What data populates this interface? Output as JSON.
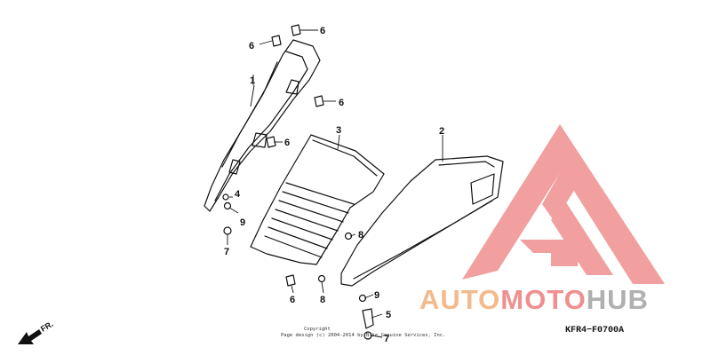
{
  "diagram": {
    "drawing_code": "KFR4−F0700A",
    "copyright_line1": "Copyright",
    "copyright_line2": "Page design (c) 2004-2014 by Bike Genuine Services, Inc.",
    "front_marker": "FR.",
    "callouts": {
      "c1": "1",
      "c2": "2",
      "c3": "3",
      "c4": "4",
      "c5": "5",
      "c6a": "6",
      "c6b": "6",
      "c6c": "6",
      "c6d": "6",
      "c6e": "6",
      "c7a": "7",
      "c7b": "7",
      "c8a": "8",
      "c8b": "8",
      "c9a": "9",
      "c9b": "9"
    }
  },
  "watermark": {
    "word_auto": "AUTO",
    "word_moto": "MOTO",
    "word_hub": "HUB",
    "colors": {
      "auto": "#f4b98c",
      "moto": "#ef8f8f",
      "hub": "#b0b0b0",
      "logo": "#ef8f8f"
    }
  }
}
